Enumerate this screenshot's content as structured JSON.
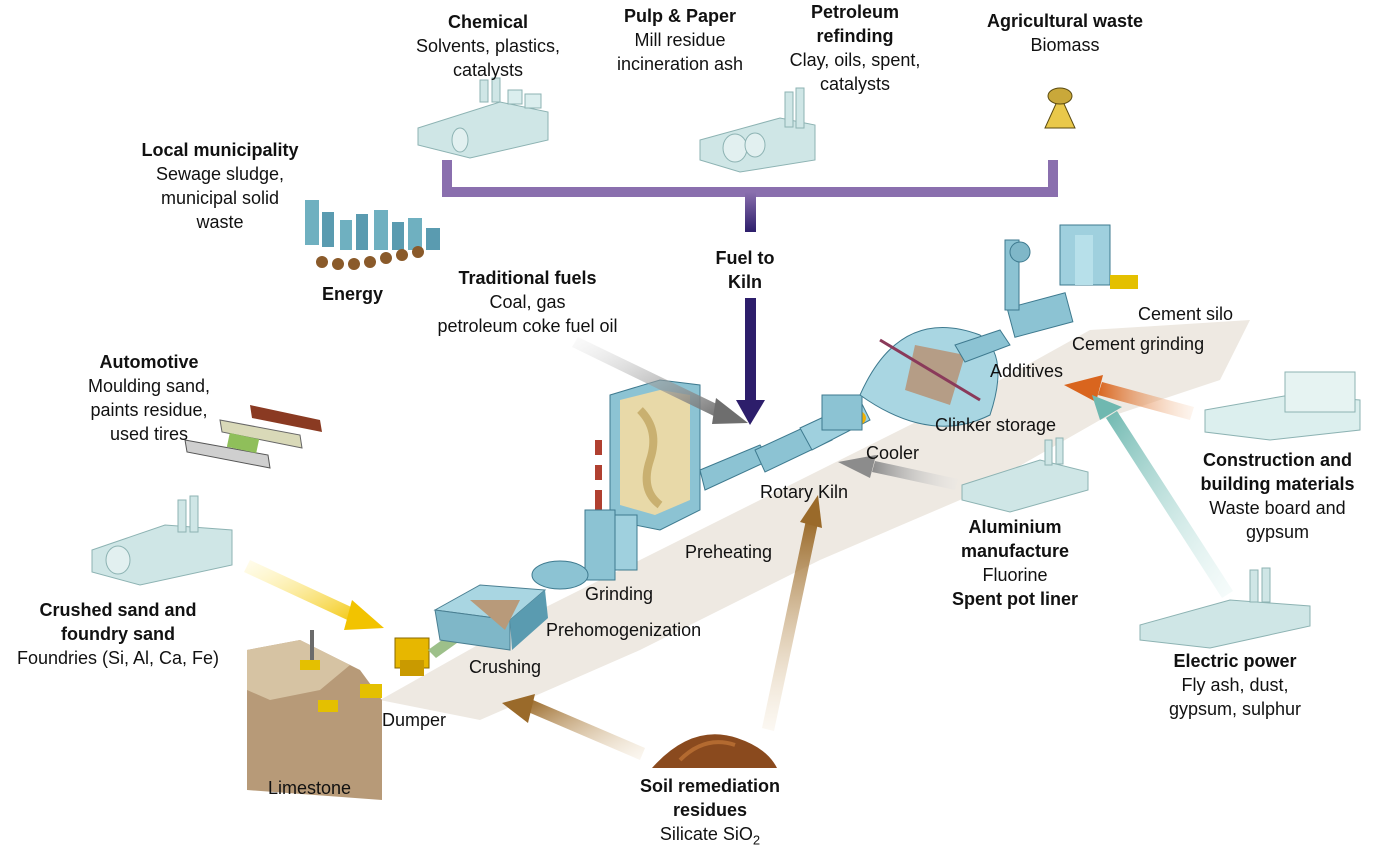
{
  "sources": {
    "chemical": {
      "title": "Chemical",
      "lines": [
        "Solvents, plastics,",
        "catalysts"
      ]
    },
    "pulp": {
      "title": "Pulp & Paper",
      "lines": [
        "Mill residue",
        "incineration ash"
      ]
    },
    "petroleum": {
      "title_lines": [
        "Petroleum",
        "refinding"
      ],
      "lines": [
        "Clay, oils, spent,",
        "catalysts"
      ]
    },
    "agricultural": {
      "title": "Agricultural waste",
      "lines": [
        "Biomass"
      ]
    },
    "municipality": {
      "title": "Local municipality",
      "lines": [
        "Sewage sludge,",
        "municipal solid",
        "waste"
      ]
    },
    "energy": {
      "title": "Energy"
    },
    "traditional": {
      "title": "Traditional fuels",
      "lines": [
        "Coal, gas",
        "petroleum coke fuel oil"
      ]
    },
    "fuel_to_kiln": {
      "title_lines": [
        "Fuel to",
        "Kiln"
      ]
    },
    "automotive": {
      "title": "Automotive",
      "lines": [
        "Moulding sand,",
        "paints residue,",
        "used tires"
      ]
    },
    "crushed_sand": {
      "title_lines": [
        "Crushed sand and",
        "foundry sand"
      ],
      "lines": [
        "Foundries (Si, Al, Ca, Fe)"
      ]
    },
    "soil": {
      "title_lines": [
        "Soil remediation",
        "residues"
      ],
      "formula_prefix": "Silicate SiO",
      "formula_sub": "2"
    },
    "aluminium": {
      "title_lines": [
        "Aluminium",
        "manufacture"
      ],
      "line": "Fluorine",
      "title2": "Spent pot liner"
    },
    "construction": {
      "title_lines": [
        "Construction and",
        "building materials"
      ],
      "lines": [
        "Waste board and",
        "gypsum"
      ]
    },
    "electric": {
      "title": "Electric power",
      "lines": [
        "Fly ash, dust,",
        "gypsum, sulphur"
      ]
    }
  },
  "process": {
    "limestone": "Limestone",
    "dumper": "Dumper",
    "crushing": "Crushing",
    "prehomogenization": "Prehomogenization",
    "grinding": "Grinding",
    "preheating": "Preheating",
    "rotary_kiln": "Rotary Kiln",
    "cooler": "Cooler",
    "clinker_storage": "Clinker storage",
    "additives": "Additives",
    "cement_grinding": "Cement grinding",
    "cement_silo": "Cement silo"
  },
  "colors": {
    "fuel_bracket": "#8a6fae",
    "fuel_arrow": "#2d1e6b",
    "traditional_arrow": "#7a7a7a",
    "sand_arrow": "#f2c300",
    "soil_arrow": "#9a6a2a",
    "aluminium_arrow": "#8c8c8c",
    "construction_arrow": "#d9651e",
    "electric_arrow": "#6fb8b0",
    "plant": "#8cc3d3"
  }
}
